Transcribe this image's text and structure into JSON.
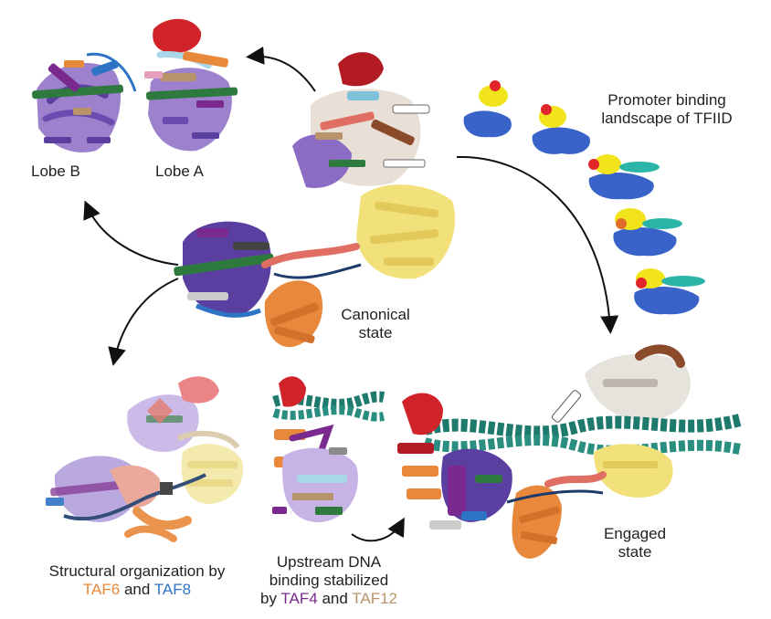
{
  "labels": {
    "lobe_b": "Lobe B",
    "lobe_a": "Lobe A",
    "promoter_line1": "Promoter binding",
    "promoter_line2": "landscape of TFIID",
    "canonical_line1": "Canonical",
    "canonical_line2": "state",
    "engaged_line1": "Engaged",
    "engaged_line2": "state",
    "structural_line1": "Structural organization by",
    "structural_taf6": "TAF6",
    "structural_and": "and",
    "structural_taf8": "TAF8",
    "upstream_line1": "Upstream DNA",
    "upstream_line2": "binding stabilized",
    "upstream_by": "by",
    "upstream_taf4": "TAF4",
    "upstream_and": "and",
    "upstream_taf12": "TAF12"
  },
  "colors": {
    "taf6": "#e8883a",
    "taf8": "#2e74c4",
    "taf4": "#7a2a8f",
    "taf12": "#b8946a",
    "dna": "#1f7a6e",
    "density_blue": "#3a63c9",
    "density_yellow": "#f2e41c",
    "density_red": "#e0262a",
    "density_teal": "#2bb5a8"
  }
}
